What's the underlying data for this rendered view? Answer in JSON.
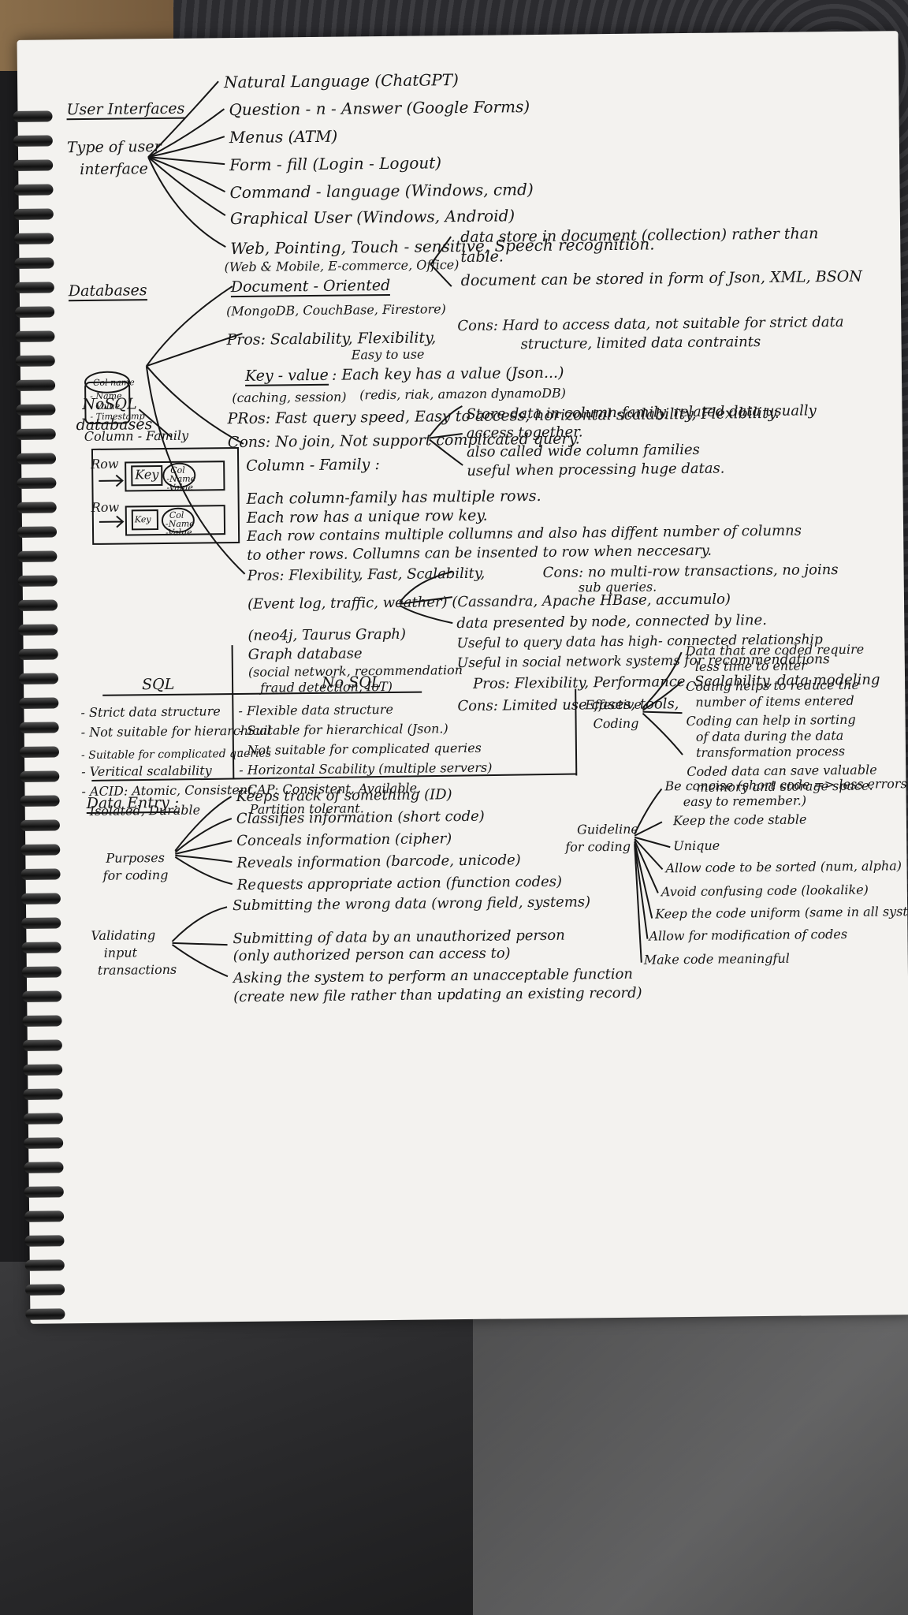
{
  "notes": {
    "user_interfaces": {
      "heading": "User Interfaces",
      "type_label_1": "Type of user",
      "type_label_2": "interface",
      "items": [
        "Natural Language (ChatGPT)",
        "Question - n - Answer (Google Forms)",
        "Menus (ATM)",
        "Form - fill (Login - Logout)",
        "Command - language (Windows, cmd)",
        "Graphical User (Windows, Android)",
        "Web, Pointing, Touch - sensitive, Speech recognition."
      ]
    },
    "databases": {
      "heading": "Databases",
      "nosql_label_1": "NoSQL",
      "nosql_label_2": "databases",
      "colname_box": {
        "title": "Col name",
        "items": [
          "- Name",
          "- Value",
          "- Timestamp"
        ]
      },
      "column_family_label": "Column - Family",
      "row_label": "Row",
      "key_label": "Key",
      "cell_label_1": "Col",
      "cell_label_2": "-Name",
      "cell_label_3": "-Value",
      "document": {
        "use_cases": "(Web & Mobile, E-commerce, Office)",
        "title": "Document - Oriented",
        "examples": "(MongoDB, CouchBase, Firestore)",
        "desc_1": "data store in document (collection) rather than",
        "desc_2": "table.",
        "desc_3": "document can be stored in form of Json, XML, BSON",
        "pros_1": "Pros: Scalability, Flexibility,",
        "pros_2": "Easy to use",
        "cons_1": "Cons: Hard to access data, not suitable for strict data",
        "cons_2": "structure, limited data contraints"
      },
      "key_value": {
        "title": "Key - value",
        "desc": ": Each key has a value (Json...)",
        "uses": "(caching, session)",
        "examples": "(redis, riak, amazon dynamoDB)",
        "pros": "PRos: Fast query speed, Easy to access, horizontal scalability, Flexibility.",
        "cons": "Cons: No join, Not support complicated query."
      },
      "column_family": {
        "title": "Column - Family :",
        "desc_1": "Store data in column-family, related data usually",
        "desc_2": "access together.",
        "desc_3": "also called wide column families",
        "desc_4": "useful when processing huge datas.",
        "p1": "Each column-family has multiple rows.",
        "p2": "Each row has a unique row key.",
        "p3": "Each row contains multiple collumns and also has diffent number of columns",
        "p4": "to other rows. Collumns can be insented to row when neccesary.",
        "pros": "Pros: Flexibility, Fast, Scalability,",
        "cons": "Cons: no multi-row transactions, no joins",
        "cons_2": "sub queries.",
        "examples": "(Event log, traffic, weather) (Cassandra, Apache HBase, accumulo)"
      },
      "graph": {
        "examples": "(neo4j, Taurus Graph)",
        "title": "Graph database",
        "uses_1": "(social network, recommendation",
        "uses_2": "fraud detection, IoT)",
        "desc_1": "data presented by node, connected by line.",
        "desc_2": "Useful to query data has high- connected relationship",
        "desc_3": "Useful in social network systems for recommendations",
        "pros": "Pros: Flexibility, Performance, Scalability, data modeling",
        "cons": "Cons: Limited use cases, tools,"
      }
    },
    "comparison": {
      "sql_header": "SQL",
      "nosql_header": "No SQL",
      "sql_items": [
        "- Strict data structure",
        "- Not suitable for hierarchical",
        "- Suitable for complicated queries",
        "- Veritical scalability",
        "- ACID: Atomic, Consistent,",
        "Isolated, Durable"
      ],
      "nosql_items": [
        "- Flexible data structure",
        "- Suitable for hierarchical (Json.)",
        "- Not suitable for complicated queries",
        "- Horizontal Scability (multiple servers)",
        "- CAP: Consistent, Available,",
        "Partition tolerant."
      ]
    },
    "effective_coding": {
      "label_1": "Effective",
      "label_2": "Coding",
      "items": [
        "Data that are coded require",
        "less time to enter",
        "Coding helps to reduce the",
        "number of items entered",
        "Coding can help in sorting",
        "of data during the data",
        "transformation process",
        "Coded data can save valuable",
        "memory and storage space."
      ]
    },
    "data_entry": {
      "heading": "Data Entry :",
      "purposes_1": "Purposes",
      "purposes_2": "for coding",
      "purpose_items": [
        "Keeps track of something (ID)",
        "Classifies information (short code)",
        "Conceals information (cipher)",
        "Reveals information (barcode, unicode)",
        "Requests appropriate action (function codes)"
      ],
      "validating_1": "Validating",
      "validating_2": "input",
      "validating_3": "transactions",
      "validating_items": [
        "Submitting the wrong data (wrong field, systems)",
        "Submitting of data by an unauthorized person",
        "(only authorized person can access to)",
        "Asking the system to perform an unacceptable function",
        "(create new file rather than updating an existing record)"
      ]
    },
    "guidelines": {
      "label_1": "Guideline",
      "label_2": "for coding",
      "items": [
        "Be concise (short code => less errors",
        "easy to remember.)",
        "Keep the code stable",
        "Unique",
        "Allow code to be sorted (num, alpha)",
        "Avoid confusing code (lookalike)",
        "Keep the code uniform (same in all system)",
        "Allow for modification of codes",
        "Make code meaningful"
      ]
    }
  }
}
